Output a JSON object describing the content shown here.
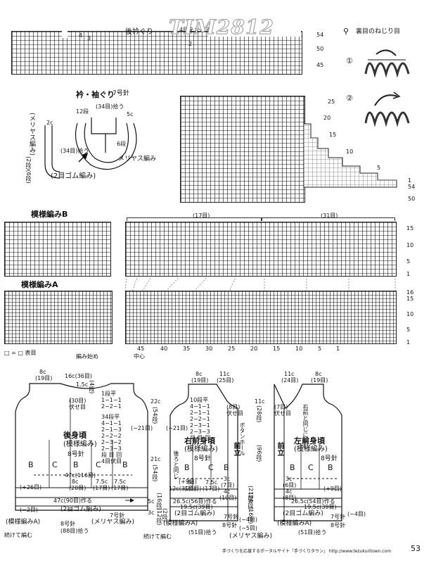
{
  "watermark": "TIM2812",
  "top": {
    "title": "後衿ぐり",
    "note_kake": "4目をかける",
    "arrow_4": "4",
    "arrow_3": "3",
    "arrow_2": "2",
    "row_labels": [
      "54",
      "50",
      "45"
    ],
    "legend_title": "裏目のねじり目",
    "legend_1": "①",
    "legend_2": "②"
  },
  "collar": {
    "title": "衿・袖ぐり",
    "needle": "7号針",
    "pickup": "(34目)拾う",
    "c5": "5c",
    "rows12": "12段",
    "rows6": "6段",
    "pickup2": "(34目)拾う",
    "stock": "メリヤス編み",
    "rib": "(2目ゴム編み)",
    "side_c2": "2c",
    "side_label": "(メリヤス編み)",
    "side_rows": "(2段)(6段)"
  },
  "right_chart": {
    "row_labels": [
      "25",
      "20",
      "15",
      "10",
      "5",
      "1",
      "54",
      "50"
    ]
  },
  "pattern_b": {
    "title": "模様編みB",
    "group17": "(17目)",
    "group31": "(31目)",
    "row_labels": [
      "15",
      "10",
      "5",
      "1"
    ]
  },
  "pattern_a": {
    "title": "模様編みA",
    "row_labels": [
      "16",
      "15",
      "10",
      "5",
      "1"
    ],
    "col_labels": [
      "45",
      "40",
      "35",
      "30",
      "25",
      "20",
      "15",
      "10",
      "5",
      "1"
    ],
    "center": "中心",
    "start": "編み始め",
    "legend": "□ = □ 表目"
  },
  "back": {
    "title": "後身頃",
    "sub": "(模様編み)",
    "needle": "8号針",
    "top_8c": "8c",
    "top_8c_st": "(19目)",
    "top_16c": "16c(36目)",
    "top_15c": "1.5c",
    "top_4": "(4段)",
    "bind": "(30目)伏せ目",
    "dec1": "1段平",
    "dec2": "1−1−1",
    "dec3": "2−2−1",
    "dec4": "34段平",
    "dec5": "4−1−1",
    "dec6": "2−1−3",
    "dec7": "2−2−2",
    "dec8": "2−3−2",
    "dec9": "2−3−3",
    "dec10": "段 目 回",
    "dec11": "4目伏目",
    "side_21": "(−21目)",
    "c22": "22c",
    "r54": "(54段)",
    "c21": "21c",
    "r54b": "(54段)",
    "letters": [
      "B",
      "C",
      "B",
      "C",
      "B"
    ],
    "w47": "47c(116目)",
    "c8": "8c",
    "c8st": "(20目)",
    "c75": "7.5c",
    "c75st": "(17目)",
    "c75b": "7.5c",
    "c75bst": "(17目)",
    "plus26": "(+26目)",
    "cast": "47c(90目)作る",
    "minus2": "(−2目)",
    "rib": "(2目ゴム編み)",
    "n7": "7号針",
    "patA": "(模様編みA)",
    "n8": "8号針",
    "stock": "(メリヤス編み)",
    "pick": "(88目)拾う",
    "cont": "続けて編む",
    "c5": "5c",
    "c3": "3c",
    "r16": "(16段)",
    "r12": "(12段)",
    "r2": "(2段)",
    "cont2": "続けて編む"
  },
  "rfront": {
    "title": "右前身頃",
    "sub": "(模様編み)",
    "needle": "8号針",
    "top8c": "8c",
    "top8st": "(19目)",
    "top11c": "11c",
    "top11st": "(25目)",
    "dec1": "10段平",
    "dec2": "4−1−1",
    "dec3": "2−1−1",
    "dec4": "2−2−1",
    "dec5": "2−3−1",
    "dec6": "2−3−3",
    "dec7": "段 目 回",
    "bind": "(8目)伏せ目",
    "minus21": "(−21目)",
    "c11": "11c",
    "r28": "(28段)",
    "same": "後ろと同じ",
    "front_band": "前立",
    "button": "ボタンホール",
    "letters": [
      "B",
      "C",
      "B"
    ],
    "plus9": "(+9目)",
    "c12": "12c(31目)",
    "c8": "8c",
    "c8st": "(20目)",
    "c75": "7.5c",
    "c75st": "(17目)",
    "c3": "3c",
    "c3st": "(7目)",
    "c4": "4c",
    "c4st": "(10目)",
    "cast": "26.5c(56目)作る",
    "c195": "19.5c(39目)",
    "rib": "(2目ゴム編み)",
    "patA": "(模様編みA)",
    "n8": "8号針",
    "pick": "(51目)拾う",
    "stock": "(メリヤス編み)",
    "minus4": "(−4目)",
    "minus5": "(−5目)",
    "r96": "(96段)",
    "r21": "(21段)",
    "r16": "(16段)",
    "r24": "(24段)",
    "n7": "7号針"
  },
  "lfront": {
    "title": "左前身頃",
    "sub": "(模様編み)",
    "needle": "8号針",
    "top11c": "11c",
    "top11st": "(24目)",
    "top8c": "8c",
    "top8st": "(19目)",
    "bind": "(7目)伏せ目",
    "side_note": "右前と同じに編む",
    "front_band": "前立",
    "letters": [
      "B",
      "C",
      "B"
    ],
    "plus9": "(+9目)",
    "c3": "3c",
    "c3st": "(6目)",
    "c4": "4c",
    "c4st": "(8目)",
    "cast": "26.5c(54目)作る",
    "c195": "19.5c(39目)",
    "minus4": "(−4目)",
    "rib": "(2目ゴム編み)",
    "patA": "(模様編みA)",
    "n8": "8号針",
    "pick": "(51目)拾う",
    "n7": "7号針"
  },
  "footer": {
    "text": "手づくりを応援するポータルサイト「手づくりタウン」 http://www.tezukuritown.com",
    "page": "53"
  }
}
